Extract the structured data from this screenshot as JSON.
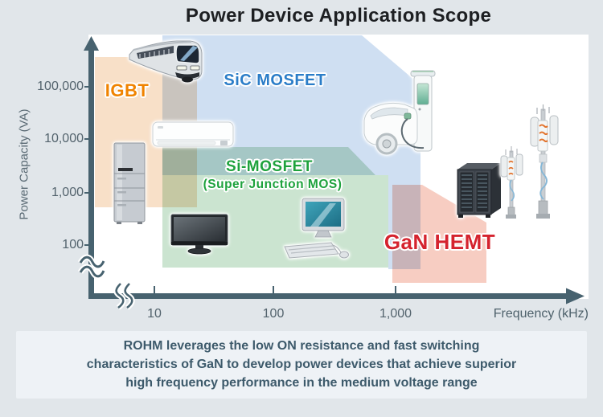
{
  "title": "Power Device Application Scope",
  "chart_data": {
    "type": "area",
    "title": "Power Device Application Scope",
    "xlabel": "Frequency (kHz)",
    "ylabel": "Power Capacity (VA)",
    "x_scale": "log",
    "y_scale": "log",
    "x_ticks": [
      "10",
      "100",
      "1,000"
    ],
    "y_ticks": [
      "100,000",
      "10,000",
      "1,000",
      "100"
    ],
    "grid": false,
    "axis_breaks": [
      "x-axis near origin",
      "y-axis below 100"
    ],
    "regions": [
      {
        "label": "IGBT",
        "label_color": "#f08300",
        "fill": "#f8e0c8",
        "freq_range_khz": [
          3,
          25
        ],
        "power_range_va": [
          500,
          400000
        ],
        "applications": [
          "train",
          "refrigerator"
        ]
      },
      {
        "label": "SiC MOSFET",
        "label_color": "#2b7dc8",
        "fill": "#cfdff2",
        "freq_range_khz": [
          12,
          1600
        ],
        "power_range_va": [
          40,
          1000000
        ],
        "applications": [
          "train",
          "air-conditioner",
          "ev-charging-station"
        ]
      },
      {
        "label": "Si-MOSFET",
        "sublabel": "(Super Junction MOS)",
        "label_color": "#1ea23d",
        "fill": "#cbe4d0",
        "freq_range_khz": [
          12,
          900
        ],
        "power_range_va": [
          40,
          7000
        ],
        "applications": [
          "air-conditioner",
          "tv",
          "desktop-pc"
        ]
      },
      {
        "label": "GaN HEMT",
        "label_color": "#d5232e",
        "fill": "#f7cdc2",
        "freq_range_khz": [
          900,
          5600
        ],
        "power_range_va": [
          20,
          1400
        ],
        "applications": [
          "server-rack",
          "base-station-antennas"
        ]
      }
    ],
    "icons": [
      "train",
      "air-conditioner",
      "refrigerator",
      "tv",
      "desktop-pc",
      "ev-charging-station",
      "server-rack",
      "base-station-antennas"
    ]
  },
  "caption": {
    "line1": "ROHM leverages the low ON resistance and fast switching",
    "line2": "characteristics of GaN to develop power devices that achieve superior",
    "line3": "high frequency performance in the medium voltage range"
  },
  "colors": {
    "page_bg": "#e1e6ea",
    "plot_bg": "#ffffff",
    "axis": "#47626f",
    "tick_label": "#53636d",
    "caption_bg": "#eef2f6",
    "caption_text": "#3d5a6b",
    "title_text": "#1d1f22"
  }
}
